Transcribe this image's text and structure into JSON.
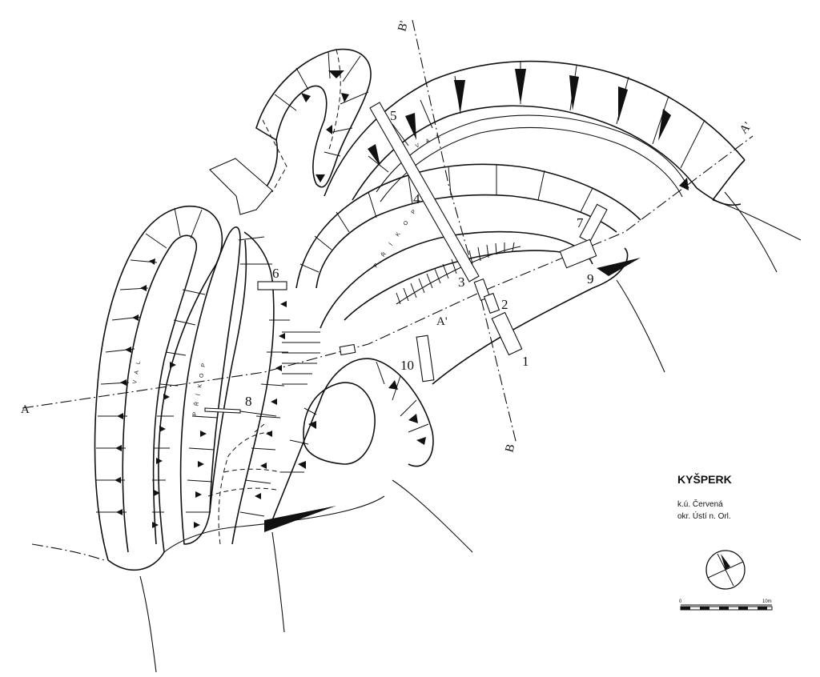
{
  "map": {
    "title": "KYŠPERK",
    "subtitle_line1": "k.ú. Červená",
    "subtitle_line2": "okr. Ústí n. Orl.",
    "scale": {
      "start_label": "0",
      "end_label": "10m"
    },
    "section_lines": [
      {
        "id": "A",
        "start_label": "A",
        "end_label": "A'",
        "mid_label": "A'"
      },
      {
        "id": "B",
        "start_label": "B",
        "end_label": "B'"
      }
    ],
    "features": {
      "outer_rampart": "VAL",
      "outer_ditch": "PŘÍKOP",
      "inner_rampart": "VAL",
      "inner_ditch": "PŘÍKOP"
    },
    "trenches": [
      "1",
      "2",
      "3",
      "4",
      "5",
      "6",
      "7",
      "8",
      "9",
      "10"
    ]
  }
}
